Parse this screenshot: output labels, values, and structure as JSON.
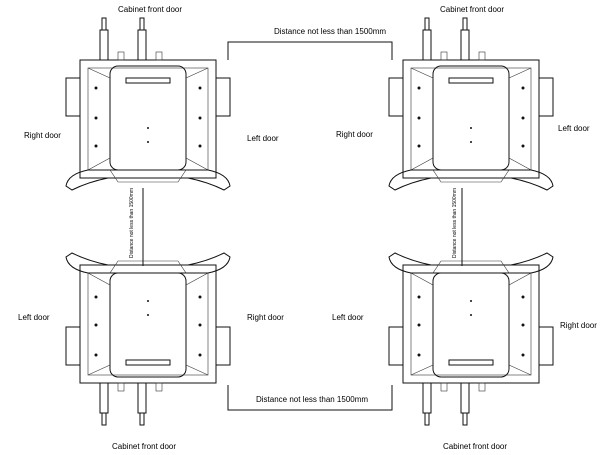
{
  "labels": {
    "front_door": "Cabinet front door",
    "left_door": "Left door",
    "right_door": "Right door",
    "distance_h": "Distance not less than 1500mm",
    "distance_v": "Distance not less than 1500mm"
  },
  "colors": {
    "line": "#111111",
    "background": "#ffffff"
  }
}
